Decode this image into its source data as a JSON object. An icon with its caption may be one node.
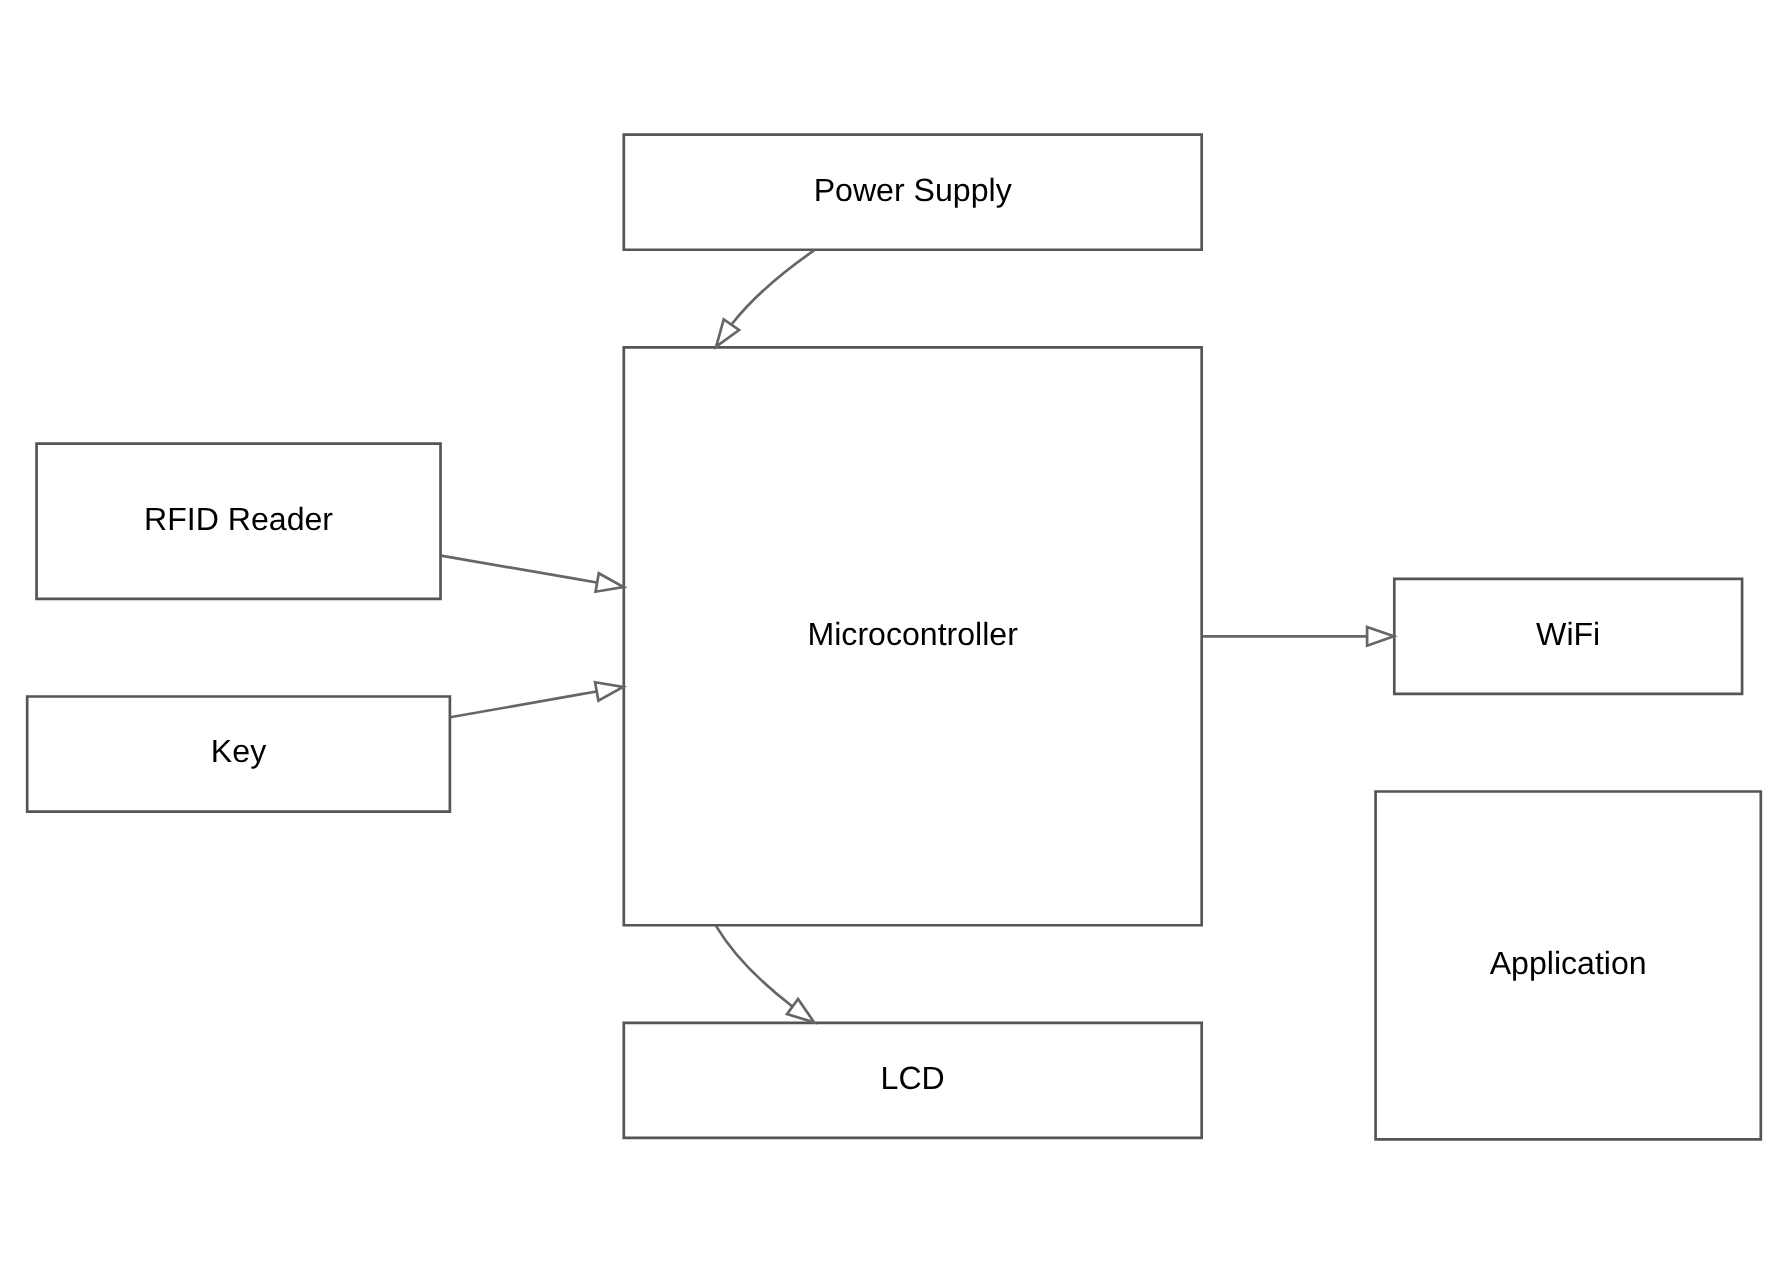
{
  "diagram": {
    "nodes": [
      {
        "text": [
          "LCD"
        ]
      },
      {
        "text": [
          "Microcontroller"
        ]
      },
      {
        "text": [
          "RFID Reader"
        ]
      },
      {
        "text": [
          "WiFi"
        ]
      },
      {
        "text": [
          "Key"
        ]
      },
      {
        "text": [
          "Power Supply"
        ]
      },
      {
        "text": [
          "Application"
        ]
      }
    ],
    "edges": [
      {
        "from": 1,
        "to": 0,
        "arrow": "to"
      },
      {
        "from": 2,
        "to": 1,
        "arrow": "to"
      },
      {
        "from": 1,
        "to": 3,
        "arrow": "to"
      },
      {
        "from": 4,
        "to": 1,
        "arrow": "to"
      },
      {
        "from": 5,
        "to": 1,
        "arrow": "to"
      }
    ]
  }
}
